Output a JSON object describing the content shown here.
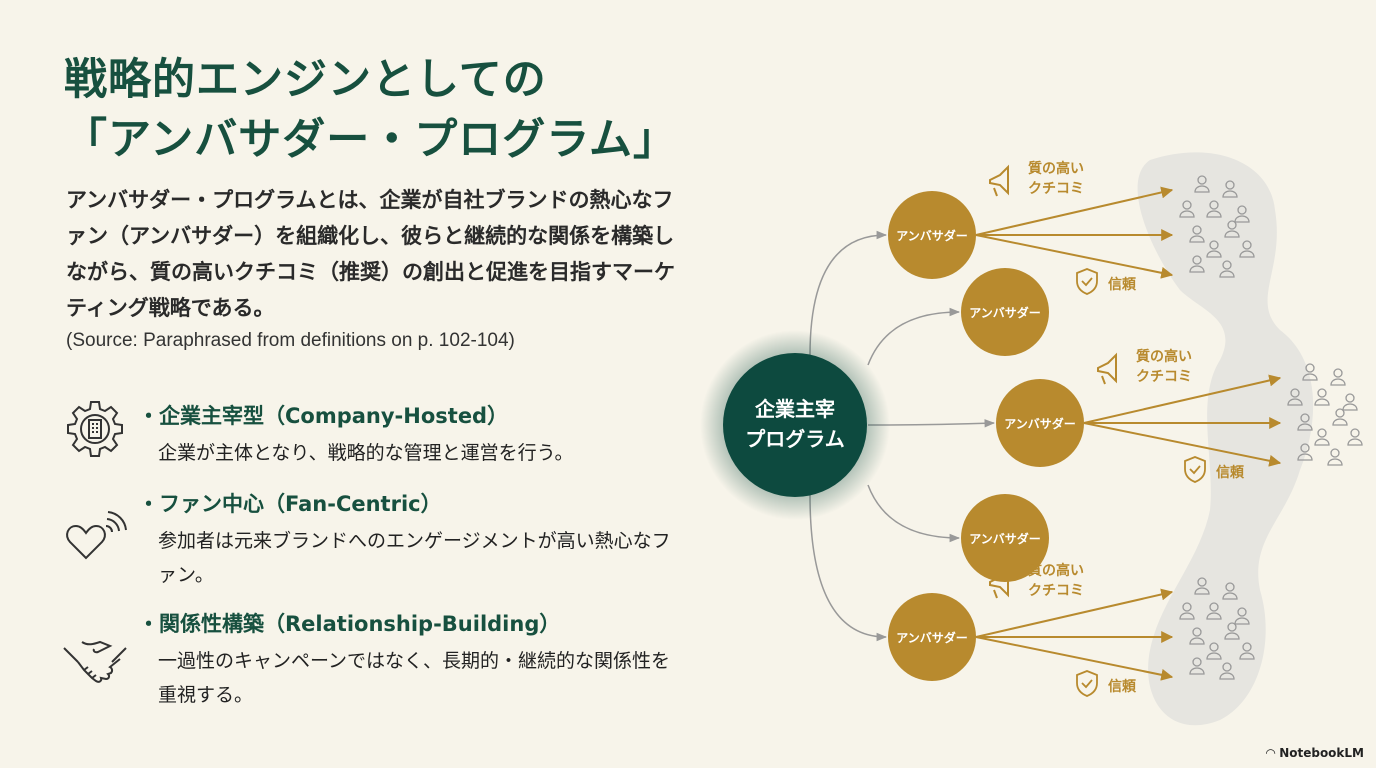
{
  "title": {
    "line1": "戦略的エンジンとしての",
    "line2": "「アンバサダー・プログラム」"
  },
  "intro": "アンバサダー・プログラムとは、企業が自社ブランドの熱心なファン（アンバサダー）を組織化し、彼らと継続的な関係を構築しながら、質の高いクチコミ（推奨）の創出と促進を目指すマーケティング戦略である。",
  "source": "(Source: Paraphrased from definitions on p. 102-104)",
  "bullets": [
    {
      "icon": "gear-building-icon",
      "head": "・企業主宰型（Company-Hosted）",
      "desc": "企業が主体となり、戦略的な管理と運営を行う。"
    },
    {
      "icon": "heart-signal-icon",
      "head": "・ファン中心（Fan-Centric）",
      "desc": "参加者は元来ブランドへのエンゲージメントが高い熱心なファン。"
    },
    {
      "icon": "handshake-icon",
      "head": "・関係性構築（Relationship-Building）",
      "desc": "一過性のキャンペーンではなく、長期的・継続的な関係性を重視する。"
    }
  ],
  "diagram": {
    "center": {
      "line1": "企業主宰",
      "line2": "プログラム"
    },
    "ambassador_label": "アンバサダー",
    "wom_line1": "質の高い",
    "wom_line2": "クチコミ",
    "trust": "信頼",
    "colors": {
      "green": "#0d4a3f",
      "gold": "#b88a2e",
      "gray": "#999999"
    }
  },
  "footer": {
    "brand": "NotebookLM"
  }
}
